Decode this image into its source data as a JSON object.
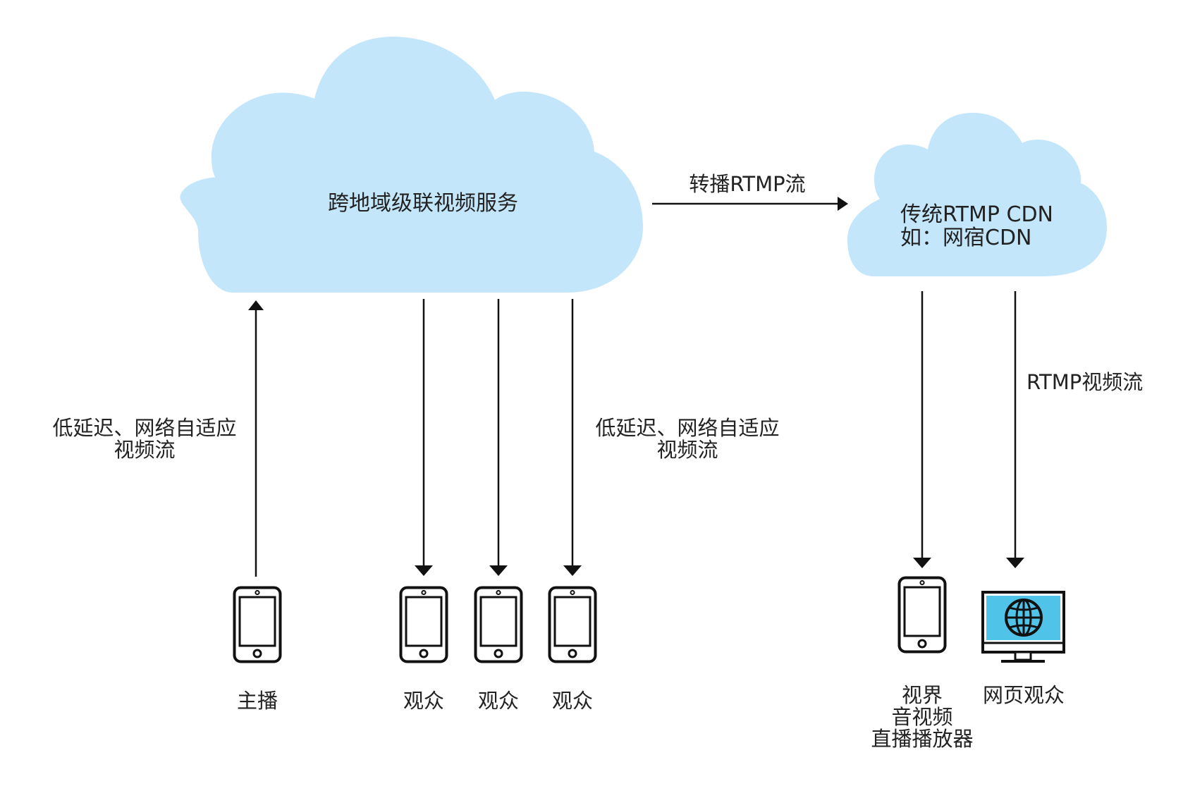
{
  "colors": {
    "cloud_fill": "#c4e6fb",
    "line": "#111111",
    "screen": "#4fc4e8",
    "text": "#222222"
  },
  "clouds": {
    "main": {
      "label": "跨地域级联视频服务"
    },
    "cdn": {
      "line1": "传统RTMP CDN",
      "line2": "如：网宿CDN"
    }
  },
  "arrows": {
    "relay": "转播RTMP流",
    "upstream": {
      "line1": "低延迟、网络自适应",
      "line2": "视频流"
    },
    "downstream": {
      "line1": "低延迟、网络自适应",
      "line2": "视频流"
    },
    "cdn_rtmp": "RTMP视频流"
  },
  "devices": {
    "anchor": {
      "icon": "phone-icon",
      "label": "主播"
    },
    "viewers": [
      {
        "icon": "phone-icon",
        "label": "观众"
      },
      {
        "icon": "phone-icon",
        "label": "观众"
      },
      {
        "icon": "phone-icon",
        "label": "观众"
      }
    ],
    "player": {
      "icon": "phone-icon",
      "line1": "视界",
      "line2": "音视频",
      "line3": "直播播放器"
    },
    "web": {
      "icon": "monitor-globe-icon",
      "label": "网页观众"
    }
  }
}
